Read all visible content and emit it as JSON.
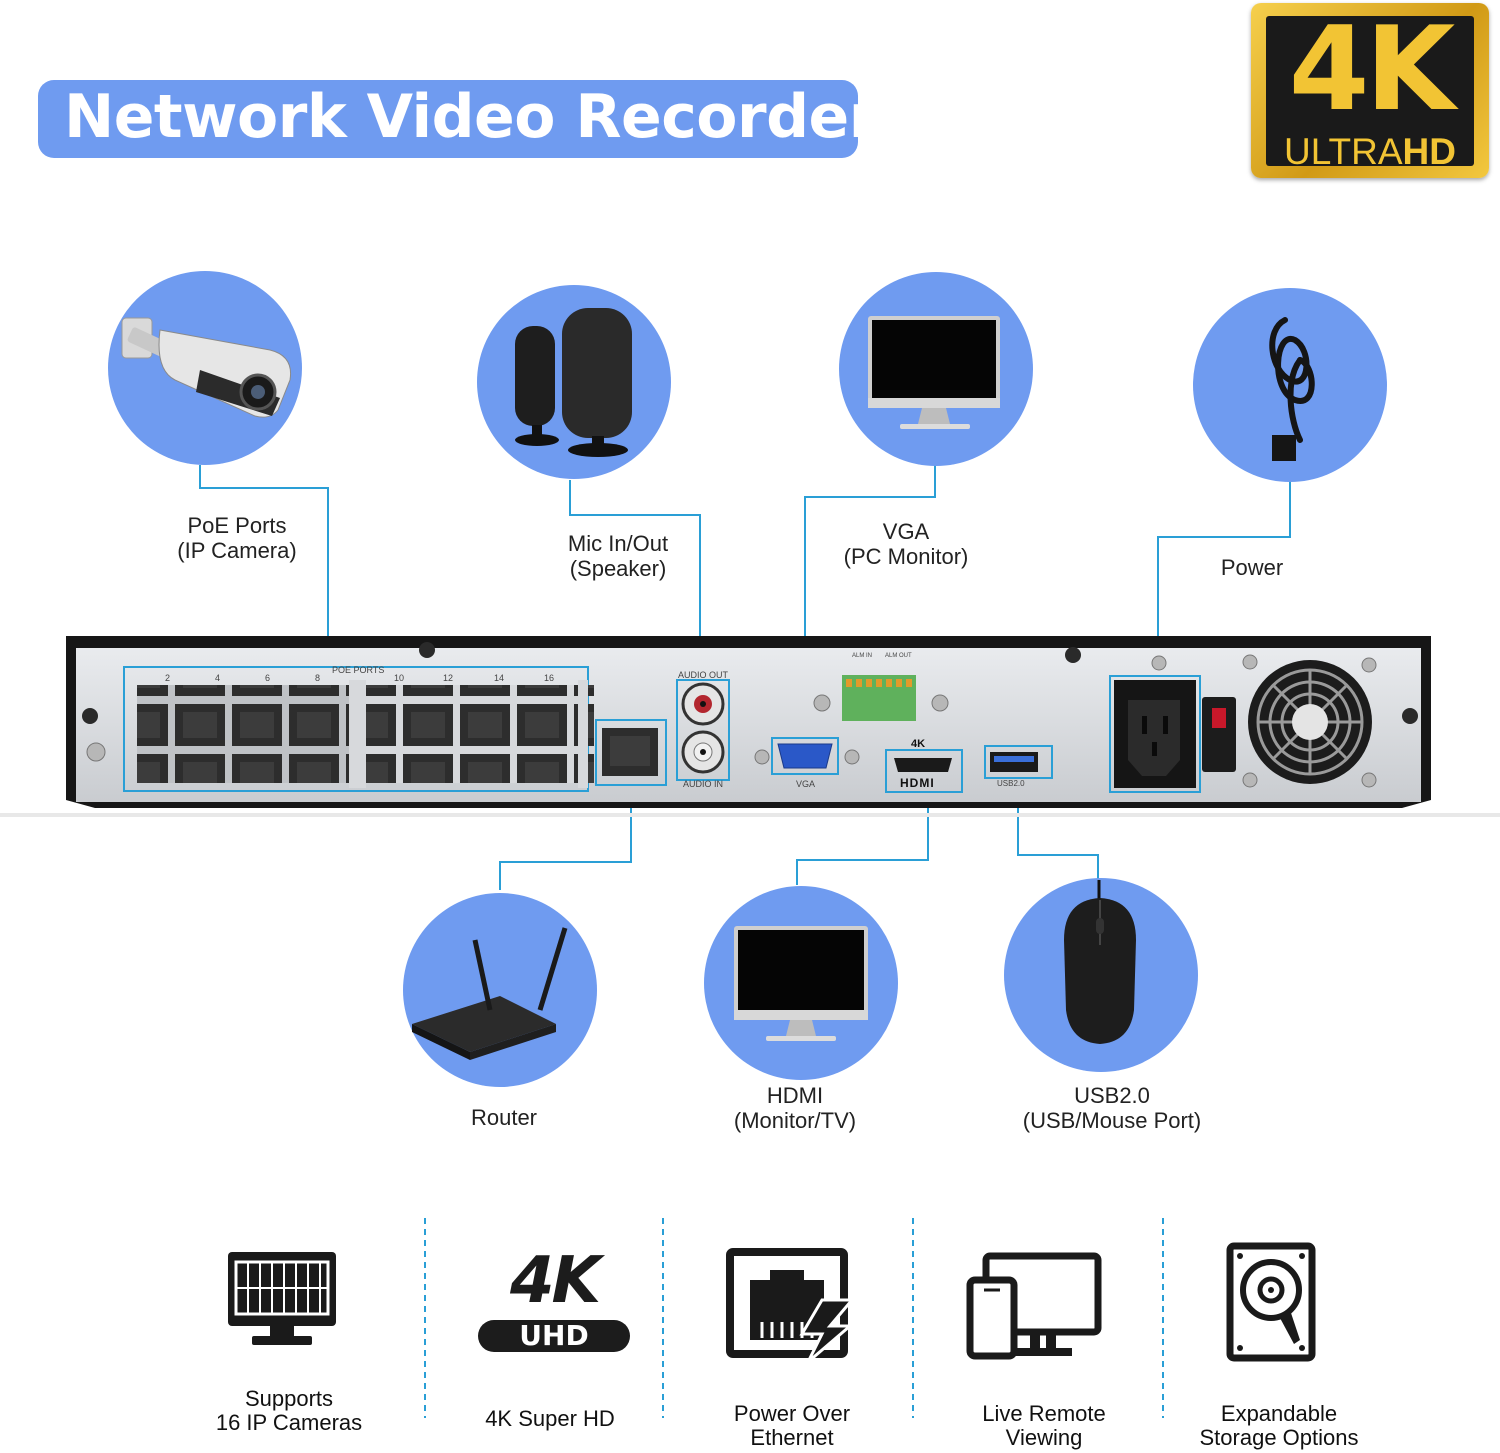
{
  "header": {
    "title": "Network Video Recorder",
    "badge_main": "4K",
    "badge_sub_light": "ULTRA",
    "badge_sub_bold": "HD"
  },
  "connections": {
    "poe": {
      "line1": "PoE Ports",
      "line2": "(IP Camera)"
    },
    "audio": {
      "line1": "Mic In/Out",
      "line2": "(Speaker)"
    },
    "vga": {
      "line1": "VGA",
      "line2": "(PC Monitor)"
    },
    "power": {
      "line1": "Power"
    },
    "router": {
      "line1": "Router"
    },
    "hdmi": {
      "line1": "HDMI",
      "line2": "(Monitor/TV)"
    },
    "usb": {
      "line1": "USB2.0",
      "line2": "(USB/Mouse Port)"
    }
  },
  "panel_labels": {
    "poe_ports": "POE PORTS",
    "audio_out": "AUDIO OUT",
    "audio_in": "AUDIO IN",
    "vga": "VGA",
    "k4": "4K",
    "hdmi": "HDMI",
    "usb": "USB2.0",
    "alm_in": "ALM IN",
    "alm_out": "ALM OUT",
    "port_numbers_top": [
      "2",
      "4",
      "6",
      "8",
      "10",
      "12",
      "14",
      "16"
    ]
  },
  "features": [
    {
      "line1": "Supports",
      "line2": "16 IP Cameras",
      "icon": "solar-monitor-icon"
    },
    {
      "line1": "4K Super HD",
      "line2": "",
      "icon": "4k-uhd-icon",
      "icon_top": "4K",
      "icon_bottom": "UHD"
    },
    {
      "line1": "Power Over",
      "line2": "Ethernet",
      "icon": "poe-icon"
    },
    {
      "line1": "Live Remote",
      "line2": "Viewing",
      "icon": "phone-monitor-icon"
    },
    {
      "line1": "Expandable",
      "line2": "Storage Options",
      "icon": "hard-drive-icon"
    }
  ],
  "colors": {
    "accent_blue": "#6f9bf0",
    "connector_line": "#2a9fd6",
    "badge_gold": "#f2c434"
  }
}
